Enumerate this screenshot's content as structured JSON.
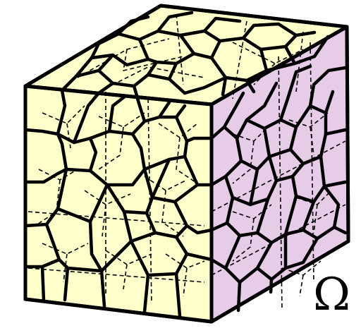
{
  "diagram": {
    "label": "Ω",
    "colors": {
      "front_face": "#ffffcc",
      "top_face": "#ffffcc",
      "side_face": "#e6cce6",
      "boundary": "#000000",
      "hidden_edges": "#000000"
    },
    "faces": [
      "front",
      "top",
      "right"
    ],
    "style": {
      "visible_grain_boundaries": "solid",
      "hidden_grain_boundaries": "dashed"
    }
  }
}
